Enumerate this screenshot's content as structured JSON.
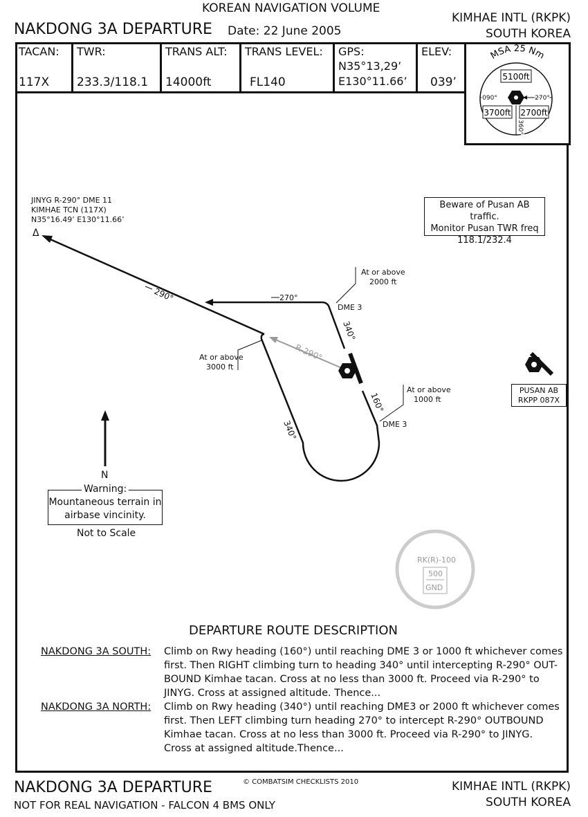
{
  "header": {
    "volume": "KOREAN NAVIGATION VOLUME",
    "title": "NAKDONG 3A DEPARTURE",
    "date": "Date: 22 June 2005",
    "airport": "KIMHAE INTL (RKPK)",
    "country": "SOUTH KOREA"
  },
  "info": {
    "tacan_label": "TACAN:",
    "tacan_value": "117X",
    "twr_label": "TWR:",
    "twr_value": "233.3/118.1",
    "trans_alt_label": "TRANS ALT:",
    "trans_alt_value": "14000ft",
    "trans_level_label": "TRANS LEVEL:",
    "trans_level_value": "FL140",
    "gps_label": "GPS:",
    "gps_lat": "N35°13,29’",
    "gps_lon": "E130°11.66’",
    "elev_label": "ELEV:",
    "elev_value": "039’"
  },
  "msa": {
    "title": "MSA 25 Nm",
    "north": "5100ft",
    "sw": "3700ft",
    "se": "2700ft",
    "r090": "090°",
    "r270": "270°",
    "r360": "360°"
  },
  "chart": {
    "jinyg_line1": "JINYG R-290° DME 11",
    "jinyg_line2": "KIMHAE TCN (117X)",
    "jinyg_line3": "N35°16.49’ E130°11.66’",
    "jinyg_symbol": "Δ",
    "pusan_note_1": "Beware of Pusan AB traffic.",
    "pusan_note_2": "Monitor Pusan TWR freq",
    "pusan_note_3": "118.1/232.4",
    "heading_290": "290°",
    "heading_270": "270°",
    "radial_290": "R-290°",
    "heading_340_north": "340°",
    "heading_160": "160°",
    "heading_340_south": "340°",
    "dme3_north": "DME 3",
    "dme3_south": "DME 3",
    "alt_2000_1": "At or above",
    "alt_2000_2": "2000 ft",
    "alt_3000_1": "At or above",
    "alt_3000_2": "3000 ft",
    "alt_1000_1": "At or above",
    "alt_1000_2": "1000 ft",
    "pusan_ab_1": "PUSAN AB",
    "pusan_ab_2": "RKPP 087X",
    "north_label": "N",
    "warning_title": "Warning:",
    "warning_1": "Mountaneous terrain in",
    "warning_2": "airbase vincinity.",
    "scale": "Not to Scale",
    "restricted_name": "RK(R)-100",
    "restricted_top": "500",
    "restricted_bottom": "GND"
  },
  "description": {
    "title": "DEPARTURE ROUTE DESCRIPTION",
    "south_name": "NAKDONG 3A SOUTH:",
    "south_1": "Climb on Rwy heading (160°) until reaching DME 3 or 1000 ft whichever comes",
    "south_2": "first. Then RIGHT climbing turn to heading 340° until intercepting R-290° OUT-",
    "south_3": "BOUND Kimhae tacan. Cross at no less than 3000 ft. Proceed via R-290° to",
    "south_4": "JINYG. Cross at assigned altitude. Thence...",
    "north_name": "NAKDONG 3A NORTH:",
    "north_1": "Climb on Rwy heading (340°) until reaching DME3 or 2000 ft whichever comes",
    "north_2": "first. Then LEFT climbing turn heading 270° to intercept R-290° OUTBOUND",
    "north_3": "Kimhae tacan. Cross at no less than 3000 ft. Proceed via R-290° to JINYG.",
    "north_4": "Cross at assigned altitude.Thence..."
  },
  "footer": {
    "title": "NAKDONG 3A DEPARTURE",
    "disclaimer": "NOT FOR REAL NAVIGATION - FALCON 4 BMS ONLY",
    "copyright": "© COMBATSIM CHECKLISTS 2010",
    "airport": "KIMHAE INTL (RKPK)",
    "country": "SOUTH KOREA"
  }
}
